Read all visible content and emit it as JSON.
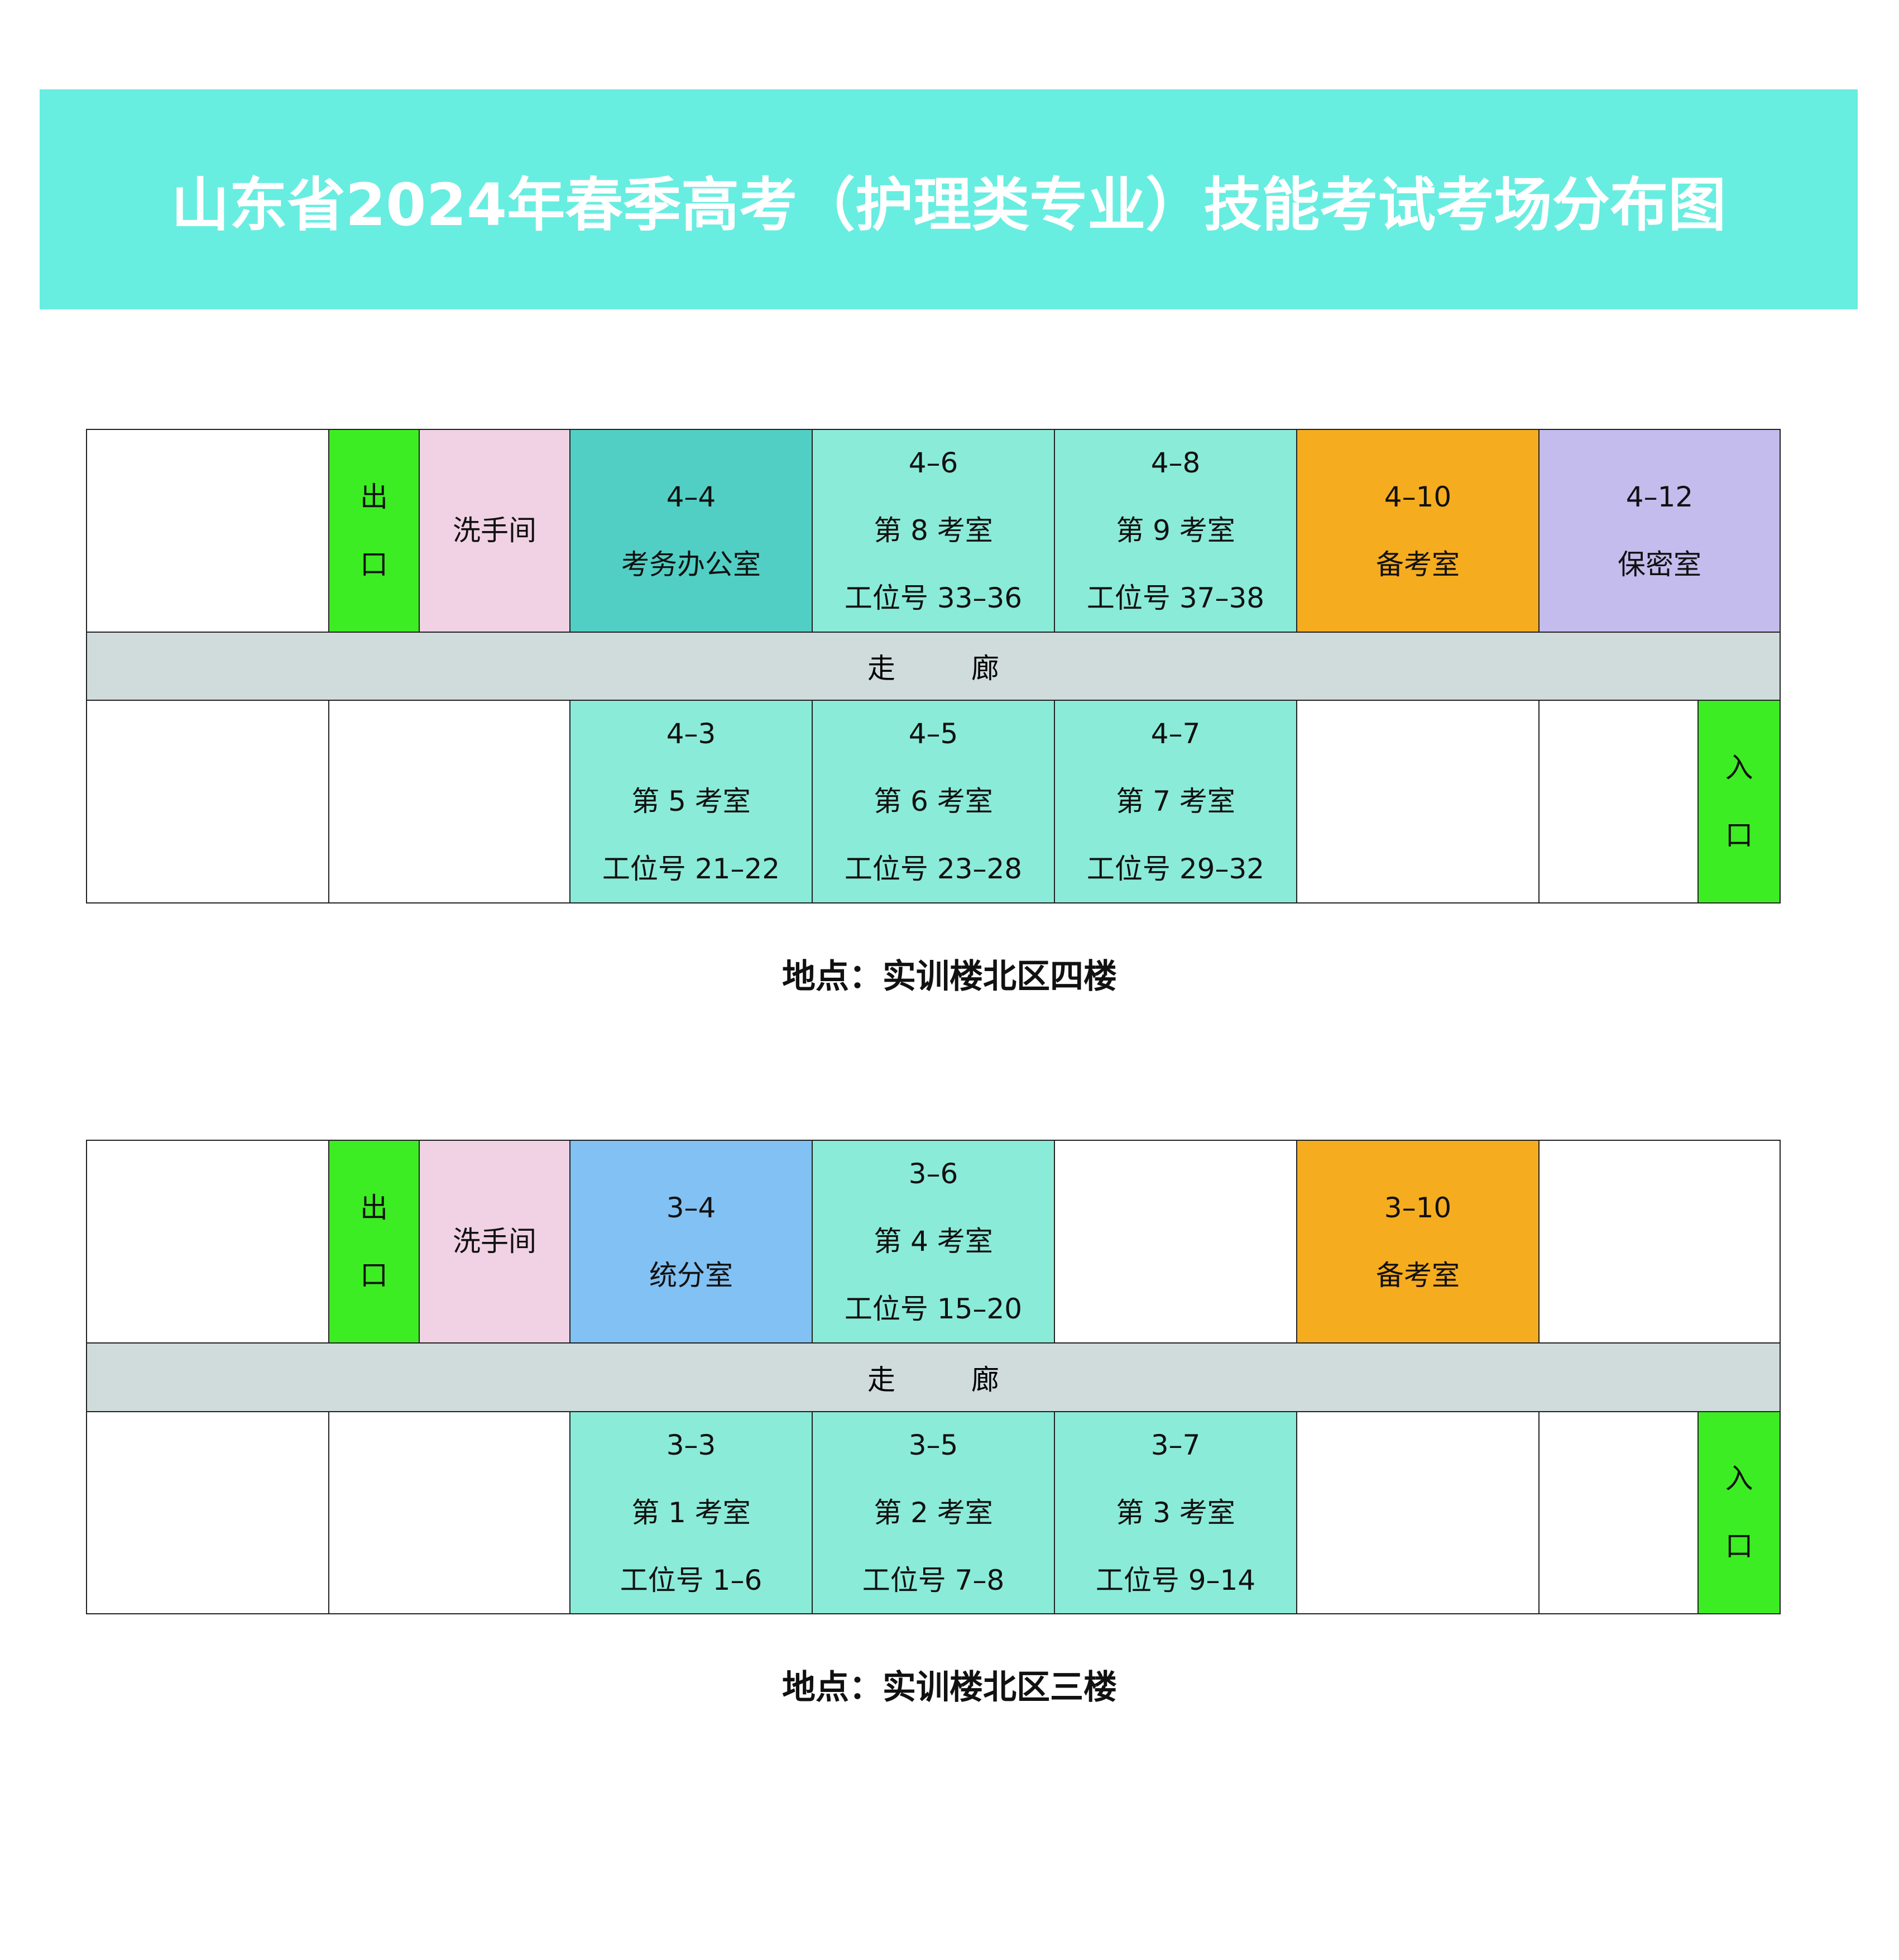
{
  "title": "山东省2024年春季高考（护理类专业）技能考试考场分布图",
  "colors": {
    "title_bg": "#68ede1",
    "exit_entrance": "#3ded23",
    "washroom": "#f0d2e4",
    "office": "#52cfc4",
    "exam_room": "#8aebd8",
    "standby": "#f6ac1f",
    "confidential": "#c4bced",
    "scoring": "#82c1f3",
    "corridor": "#d0dcdc",
    "blank": "#ffffff"
  },
  "floors": [
    {
      "corridor": "走 廊",
      "caption": "地点：实训楼北区四楼",
      "top": [
        {
          "lines": [],
          "color": "blank"
        },
        {
          "lines": [
            "出",
            "口"
          ],
          "color": "exit_entrance"
        },
        {
          "lines": [
            "洗手间"
          ],
          "color": "washroom"
        },
        {
          "lines": [
            "4–4",
            "考务办公室"
          ],
          "color": "office"
        },
        {
          "lines": [
            "4–6",
            "第 8 考室",
            "工位号 33–36"
          ],
          "color": "exam_room"
        },
        {
          "lines": [
            "4–8",
            "第 9 考室",
            "工位号 37–38"
          ],
          "color": "exam_room"
        },
        {
          "lines": [
            "4–10",
            "备考室"
          ],
          "color": "standby"
        },
        {
          "lines": [
            "4–12",
            "保密室"
          ],
          "color": "confidential"
        }
      ],
      "bottom": [
        {
          "lines": [],
          "color": "blank"
        },
        {
          "lines": [],
          "color": "blank"
        },
        {
          "lines": [
            "4–3",
            "第 5 考室",
            "工位号 21–22"
          ],
          "color": "exam_room"
        },
        {
          "lines": [
            "4–5",
            "第 6 考室",
            "工位号 23–28"
          ],
          "color": "exam_room"
        },
        {
          "lines": [
            "4–7",
            "第 7 考室",
            "工位号 29–32"
          ],
          "color": "exam_room"
        },
        {
          "lines": [],
          "color": "blank"
        },
        {
          "lines": [],
          "color": "blank"
        },
        {
          "lines": [
            "入",
            "口"
          ],
          "color": "exit_entrance"
        }
      ]
    },
    {
      "corridor": "走 廊",
      "caption": "地点：实训楼北区三楼",
      "top": [
        {
          "lines": [],
          "color": "blank"
        },
        {
          "lines": [
            "出",
            "口"
          ],
          "color": "exit_entrance"
        },
        {
          "lines": [
            "洗手间"
          ],
          "color": "washroom"
        },
        {
          "lines": [
            "3–4",
            "统分室"
          ],
          "color": "scoring"
        },
        {
          "lines": [
            "3–6",
            "第 4 考室",
            "工位号 15–20"
          ],
          "color": "exam_room"
        },
        {
          "lines": [],
          "color": "blank"
        },
        {
          "lines": [
            "3–10",
            "备考室"
          ],
          "color": "standby"
        },
        {
          "lines": [],
          "color": "blank"
        }
      ],
      "bottom": [
        {
          "lines": [],
          "color": "blank"
        },
        {
          "lines": [],
          "color": "blank"
        },
        {
          "lines": [
            "3–3",
            "第 1 考室",
            "工位号 1–6"
          ],
          "color": "exam_room"
        },
        {
          "lines": [
            "3–5",
            "第 2 考室",
            "工位号 7–8"
          ],
          "color": "exam_room"
        },
        {
          "lines": [
            "3–7",
            "第 3 考室",
            "工位号 9–14"
          ],
          "color": "exam_room"
        },
        {
          "lines": [],
          "color": "blank"
        },
        {
          "lines": [],
          "color": "blank"
        },
        {
          "lines": [
            "入",
            "口"
          ],
          "color": "exit_entrance"
        }
      ]
    }
  ]
}
